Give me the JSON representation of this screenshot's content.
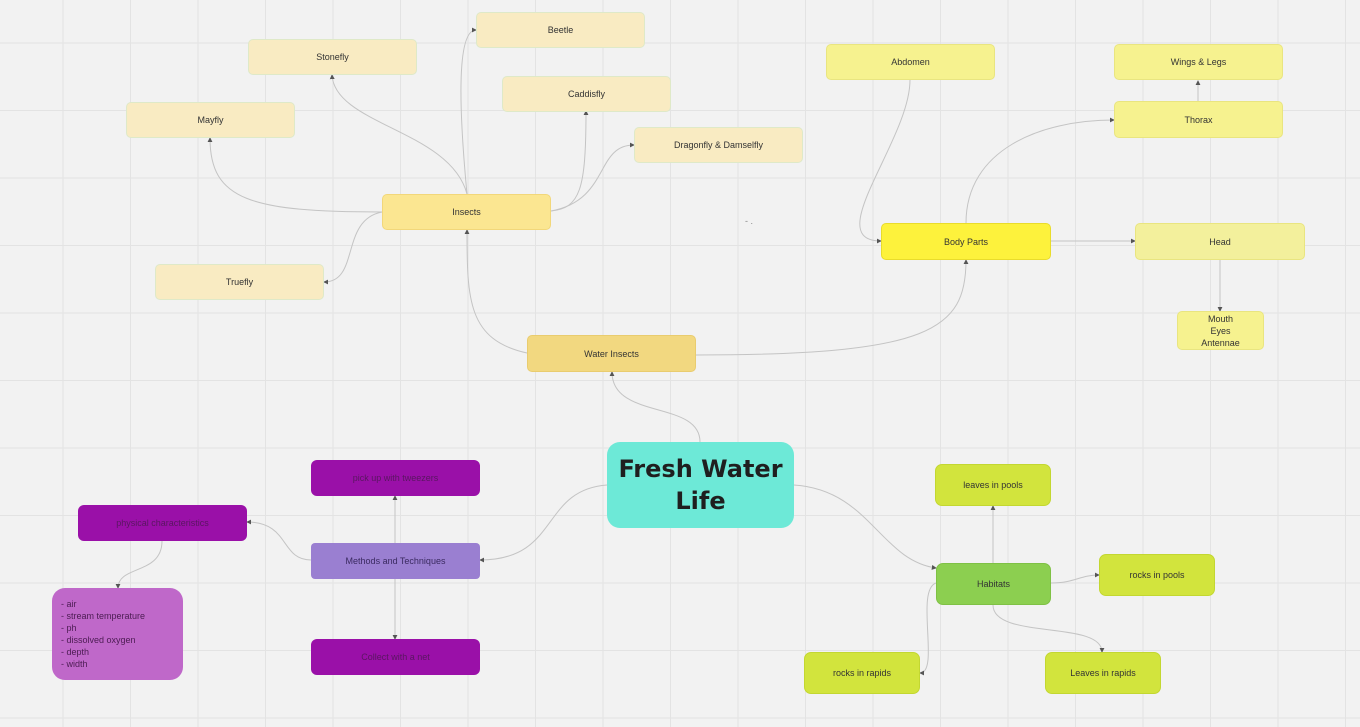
{
  "central_topic": "Fresh Water Life",
  "branches": {
    "water_insects": "Water Insects",
    "insects": "Insects",
    "insect_types": {
      "beetle": "Beetle",
      "stonefly": "Stonefly",
      "caddisfly": "Caddisfly",
      "mayfly": "Mayfly",
      "dragonfly": "Dragonfly & Damselfly",
      "truefly": "Truefly"
    },
    "body_parts": "Body Parts",
    "body_part_items": {
      "abdomen": "Abdomen",
      "wings_legs": "Wings & Legs",
      "thorax": "Thorax",
      "head": "Head",
      "head_details": "Mouth\nEyes\nAntennae"
    },
    "methods": "Methods and Techniques",
    "method_items": {
      "tweezers": "pick up with tweezers",
      "net": "Collect with a net",
      "physical": "physical characteristics",
      "physical_list": "- air\n- stream temperature\n- ph\n- dissolved oxygen\n- depth\n- width"
    },
    "habitats": "Habitats",
    "habitat_items": {
      "leaves_pools": "leaves in pools",
      "rocks_pools": "rocks in pools",
      "rocks_rapids": "rocks in rapids",
      "leaves_rapids": "Leaves in rapids"
    }
  },
  "stray_mark": "- ."
}
